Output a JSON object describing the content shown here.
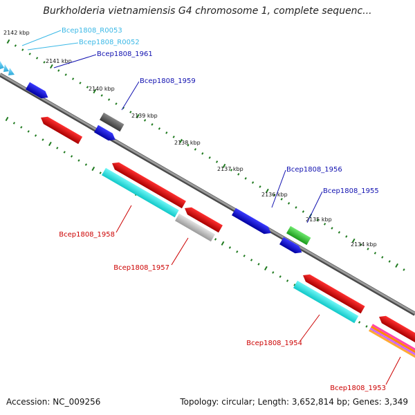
{
  "title": "Burkholderia vietnamiensis G4 chromosome 1, complete sequenc...",
  "footer": {
    "accession_label": "Accession:",
    "accession": "NC_009256",
    "topology_label": "Topology:",
    "topology": "circular",
    "length_label": "Length:",
    "length": "3,652,814 bp",
    "genes_label": "Genes:",
    "genes": "3,349"
  },
  "colors": {
    "backbone": "#808080",
    "tick_dots": "#1f7a1f",
    "forward_label": "#1010b0",
    "reverse_label": "#cc0000",
    "rna_label": "#3ab8e6"
  },
  "ticks": [
    "2142 kbp",
    "2141 kbp",
    "2140 kbp",
    "2139 kbp",
    "2138 kbp",
    "2137 kbp",
    "2136 kbp",
    "2135 kbp",
    "2134 kbp"
  ],
  "gene_labels": {
    "r0053": "Bcep1808_R0053",
    "r0052": "Bcep1808_R0052",
    "g1961": "Bcep1808_1961",
    "g1959": "Bcep1808_1959",
    "g1956": "Bcep1808_1956",
    "g1955": "Bcep1808_1955",
    "g1958": "Bcep1808_1958",
    "g1957": "Bcep1808_1957",
    "g1954": "Bcep1808_1954",
    "g1953": "Bcep1808_1953"
  }
}
